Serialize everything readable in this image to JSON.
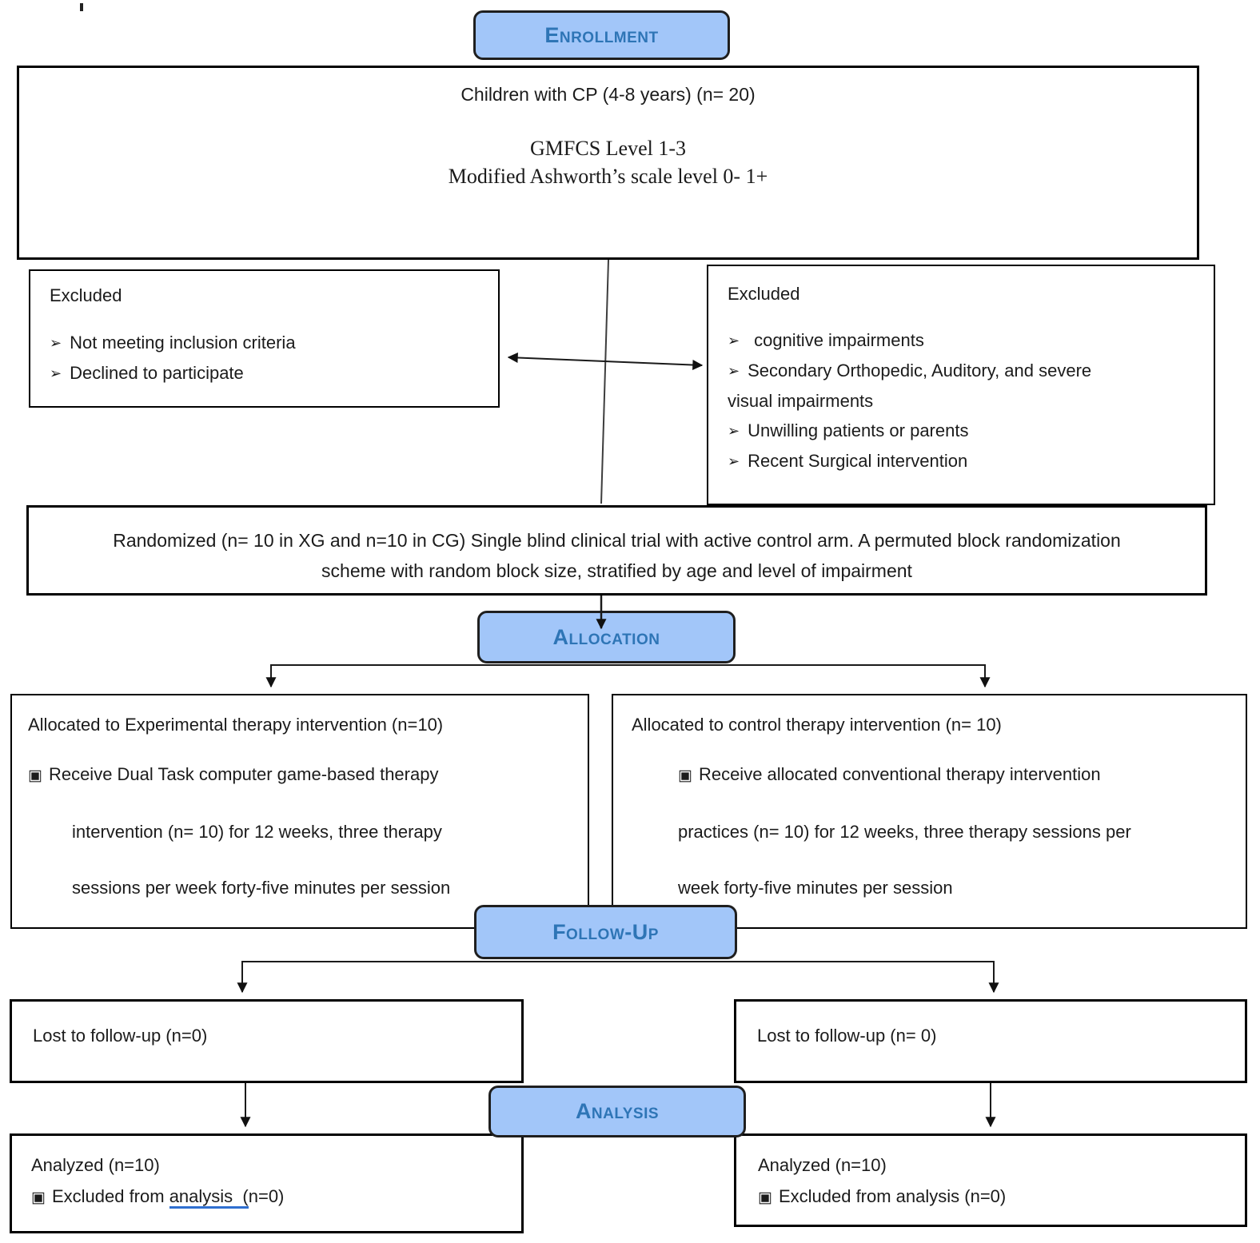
{
  "colors": {
    "stage_label_fill": "#a2c6f9",
    "stage_label_text": "#2e75b6",
    "box_border": "#000000",
    "connector": "#2b2b2b",
    "underline_blue": "#2f6fd0"
  },
  "glyphs": {
    "arrow_bullet": "➢",
    "box_bullet": "▣"
  },
  "stages": {
    "enrollment": "Enrollment",
    "allocation": "Allocation",
    "followup": "Follow-Up",
    "analysis": "Analysis"
  },
  "enrollment_box": {
    "line1": "Children with CP (4-8 years) (n= 20)",
    "line2": "GMFCS Level 1-3",
    "line3": "Modified Ashworth’s scale level 0- 1+"
  },
  "excluded_left": {
    "title": "Excluded",
    "item1": "Not meeting inclusion criteria",
    "item2": "Declined to participate"
  },
  "excluded_right": {
    "title": "Excluded",
    "item1": "cognitive impairments",
    "item2": "Secondary Orthopedic, Auditory, and severe",
    "item2_cont": "visual impairments",
    "item3": "Unwilling patients or parents",
    "item4": "Recent Surgical intervention"
  },
  "randomized_box": {
    "line1": "Randomized (n= 10 in XG and n=10 in CG) Single blind clinical trial with active control arm. A permuted block randomization",
    "line2": "scheme with random block size, stratified by age and level of impairment"
  },
  "alloc_left": {
    "title": "Allocated to Experimental therapy intervention (n=10)",
    "bullet_line": "Receive Dual Task computer game-based therapy",
    "cont1": "intervention (n= 10) for 12 weeks, three therapy",
    "cont2": "sessions per week forty-five minutes per session"
  },
  "alloc_right": {
    "title": "Allocated to control therapy intervention (n= 10)",
    "bullet_line": "Receive allocated conventional therapy intervention",
    "cont1": "practices (n= 10) for 12 weeks, three therapy sessions per",
    "cont2": "week forty-five minutes per session"
  },
  "lost_left": {
    "text": "Lost to follow-up (n=0)"
  },
  "lost_right": {
    "text": "Lost to follow-up (n= 0)"
  },
  "analyzed_left": {
    "line1": "Analyzed (n=10)",
    "pre": "Excluded from ",
    "underlined": "analysis  (",
    "post": "n=0)"
  },
  "analyzed_right": {
    "line1": "Analyzed (n=10)",
    "line2": "Excluded from analysis (n=0)"
  }
}
